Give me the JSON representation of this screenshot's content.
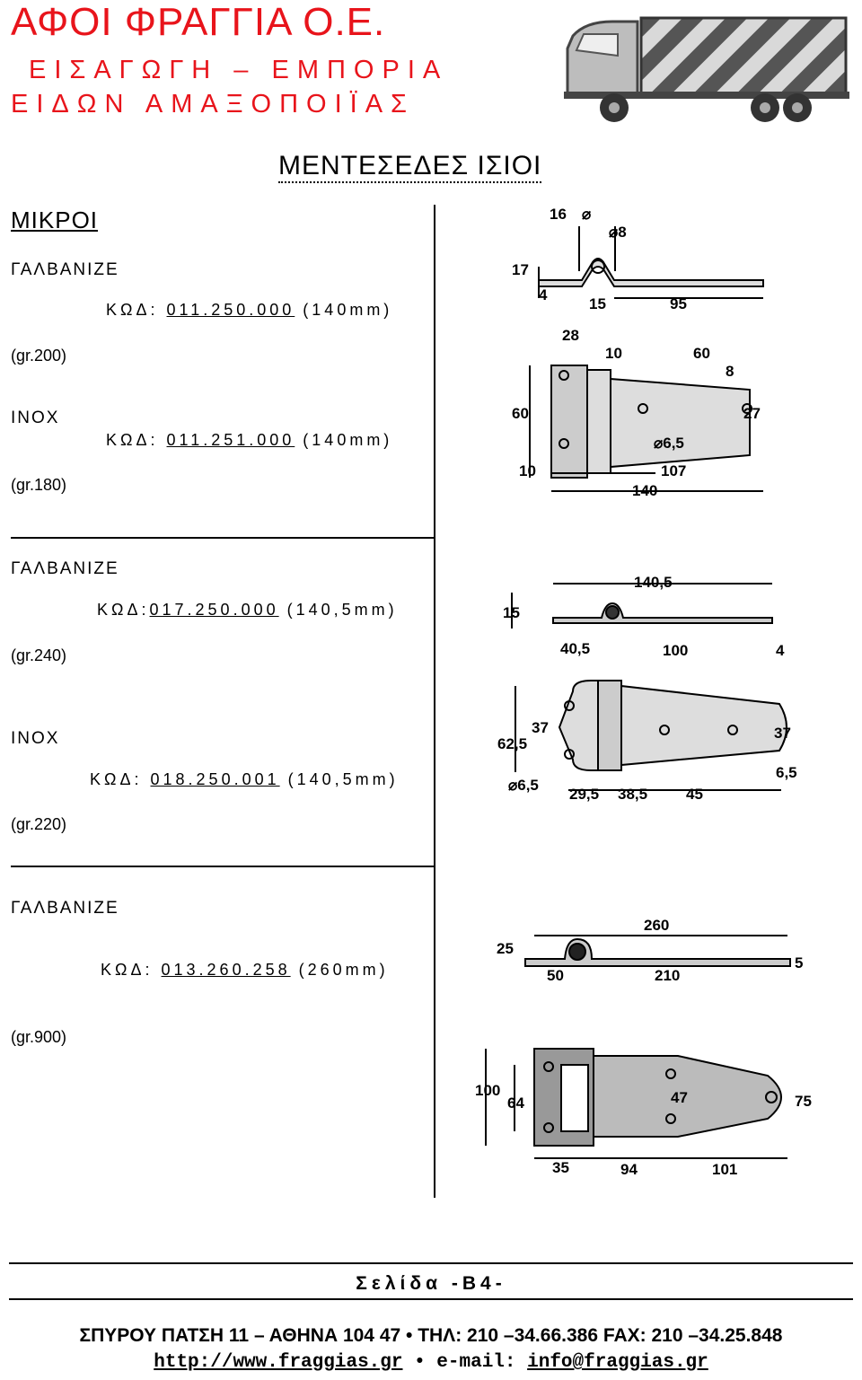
{
  "header": {
    "company": "ΑΦΟΙ ΦΡΑΓΓΙΑ Ο.Ε.",
    "line1": "ΕΙΣΑΓΩΓΗ – ΕΜΠΟΡΙΑ",
    "line2": "ΕΙΔΩΝ ΑΜΑΞΟΠΟΙΪΑΣ"
  },
  "title": "ΜΕΝΤΕΣΕΔΕΣ ΙΣΙΟΙ",
  "section": "ΜΙΚΡΟΙ",
  "products": [
    {
      "variants": [
        {
          "finish": "ΓΑΛΒΑΝΙΖΕ",
          "code_label": "ΚΩΔ:",
          "code": "011.250.000",
          "size": "(140mm)",
          "weight": "(gr.200)"
        },
        {
          "finish": "INOX",
          "code_label": "ΚΩΔ:",
          "code": "011.251.000",
          "size": "(140mm)",
          "weight": "(gr.180)"
        }
      ],
      "dims_side": [
        "16",
        "⌀",
        "⌀8",
        "17",
        "4",
        "15",
        "95"
      ],
      "dims_top": [
        "28",
        "10",
        "60",
        "8",
        "60",
        "27",
        "⌀6,5",
        "10",
        "107",
        "140"
      ]
    },
    {
      "variants": [
        {
          "finish": "ΓΑΛΒΑΝΙΖΕ",
          "code_label": "ΚΩΔ:",
          "code": "017.250.000",
          "size": "(140,5mm)",
          "weight": "(gr.240)"
        },
        {
          "finish": "INOX",
          "code_label": "ΚΩΔ:",
          "code": "018.250.001",
          "size": "(140,5mm)",
          "weight": "(gr.220)"
        }
      ],
      "dims_side": [
        "140,5",
        "15",
        "40,5",
        "100",
        "4"
      ],
      "dims_top": [
        "37",
        "62,5",
        "37",
        "⌀6,5",
        "29,5",
        "38,5",
        "45",
        "6,5"
      ]
    },
    {
      "variants": [
        {
          "finish": "ΓΑΛΒΑΝΙΖΕ",
          "code_label": "ΚΩΔ:",
          "code": "013.260.258",
          "size": "(260mm)",
          "weight": "(gr.900)"
        }
      ],
      "dims_side": [
        "260",
        "25",
        "50",
        "210",
        "5"
      ],
      "dims_top": [
        "100",
        "64",
        "47",
        "75",
        "35",
        "94",
        "101"
      ]
    }
  ],
  "page_label": "Σελίδα -B4-",
  "footer": {
    "address": "ΣΠΥΡΟΥ ΠΑΤΣΗ 11 – ΑΘΗΝΑ 104 47 • ΤΗΛ: 210 –34.66.386 FAX: 210 –34.25.848",
    "website": "http://www.fraggias.gr",
    "email_label": "• e-mail:",
    "email": "info@fraggias.gr"
  },
  "colors": {
    "brand": "#e8141b",
    "text": "#000000"
  }
}
